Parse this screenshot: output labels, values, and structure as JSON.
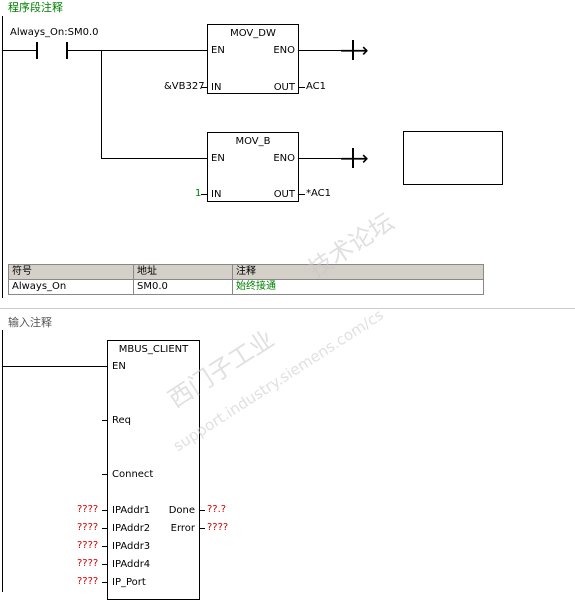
{
  "network1": {
    "title": "程序段注释",
    "contact_label": "Always_On:SM0.0",
    "box1": {
      "name": "MOV_DW",
      "en": "EN",
      "eno": "ENO",
      "in": "IN",
      "out": "OUT",
      "in_val": "&VB327",
      "out_val": "AC1"
    },
    "box2": {
      "name": "MOV_B",
      "en": "EN",
      "eno": "ENO",
      "in": "IN",
      "out": "OUT",
      "in_val": "1",
      "out_val": "*AC1"
    }
  },
  "symbol_table": {
    "headers": [
      "符号",
      "地址",
      "注释"
    ],
    "rows": [
      [
        "Always_On",
        "SM0.0",
        "始终接通"
      ]
    ]
  },
  "network2": {
    "title": "输入注释",
    "box": {
      "name": "MBUS_CLIENT",
      "en": "EN",
      "inputs": [
        "Req",
        "Connect",
        "IPAddr1",
        "IPAddr2",
        "IPAddr3",
        "IPAddr4",
        "IP_Port"
      ],
      "input_vals": [
        "????",
        "????",
        "????",
        "????",
        "????"
      ],
      "outputs": [
        "Done",
        "Error"
      ],
      "output_vals": [
        "??.?",
        "????"
      ]
    }
  },
  "watermark": {
    "line1": "西门子工业",
    "line2": "技术论坛",
    "line3": "support.industry.siemens.com/cs"
  }
}
